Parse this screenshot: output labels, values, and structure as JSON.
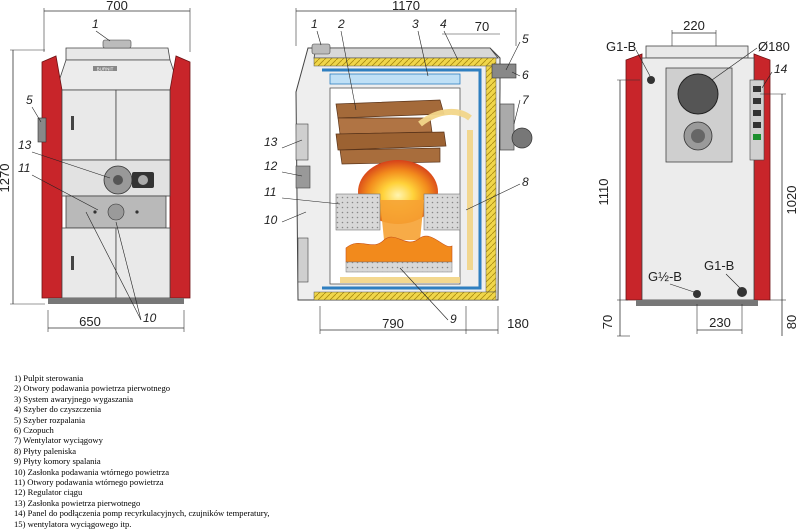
{
  "front_view": {
    "width_top": "700",
    "height": "1270",
    "width_bottom": "650",
    "callouts": [
      "5",
      "1",
      "13",
      "11",
      "10"
    ],
    "brand_plate": "BURNIT"
  },
  "section_view": {
    "width_top": "1170",
    "dim_70": "70",
    "width_bottom": "790",
    "dim_180": "180",
    "callouts": [
      "1",
      "2",
      "3",
      "4",
      "5",
      "6",
      "7",
      "8",
      "9",
      "13",
      "12",
      "11",
      "10"
    ]
  },
  "rear_view": {
    "width_top": "220",
    "flue_diameter": "Ø180",
    "height_1110": "1110",
    "height_1020": "1020",
    "height_70": "70",
    "width_230": "230",
    "width_80": "80",
    "conn_top_left": "G1-B",
    "conn_bottom_left": "G½-B",
    "conn_bottom_right": "G1-B",
    "callout_14": "14"
  },
  "legend": [
    "1)  Pulpit sterowania",
    "2) Otwory podawania powietrza pierwotnego",
    "3)  System awaryjnego wygaszania",
    "4) Szyber do czyszczenia",
    "5)  Szyber rozpalania",
    "6) Czopuch",
    "7)     Wentylator wyciągowy",
    "8)  Płyty paleniska",
    "9) Płyty komory spalania",
    "10) Zasłonka podawania wtórnego powietrza",
    "11)   Otwory podawania wtórnego powietrza",
    "12)   Regulator ciągu",
    " 13) Zasłonka powietrza pierwotnego",
    "14) Panel do podłączenia pomp recyrkulacyjnych, czujników temperatury,",
    "15) wentylatora wyciągowego itp."
  ],
  "colors": {
    "casing_red": "#c8252a",
    "panel_grey": "#dcdcdc",
    "insulation_yellow": "#f0d64a",
    "water_blue": "#2f7fc0",
    "fire_orange": "#f28a1c"
  }
}
